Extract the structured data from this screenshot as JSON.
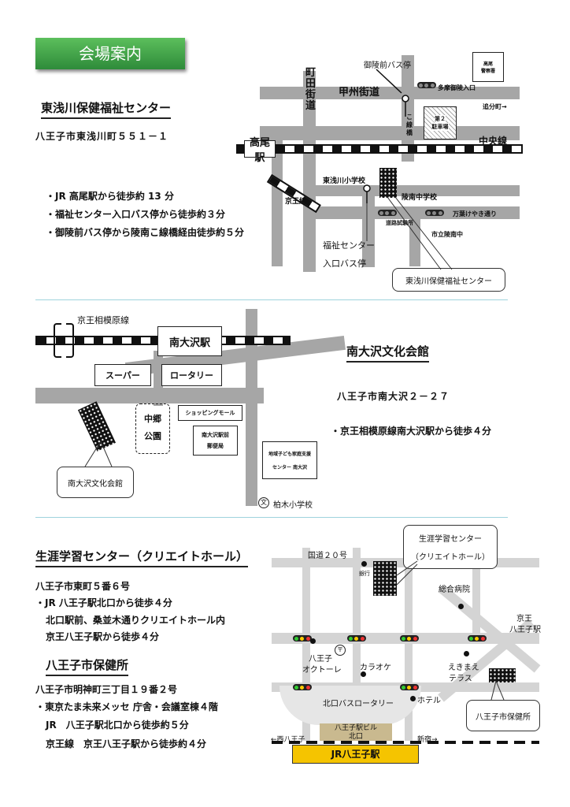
{
  "banner": "会場案内",
  "v1": {
    "name": "東浅川保健福祉センター",
    "address": "八王子市東浅川町５５１－１",
    "access": [
      "・JR 高尾駅から徒歩約 13 分",
      "・福祉センター入口バス停から徒歩約３分",
      "・御陵前バス停から陵南こ線橋経由徒歩約５分"
    ],
    "map": {
      "machida": "町田街道",
      "koshu": "甲州街道",
      "bus_goryo": "御陵前バス停",
      "tamagoryo": "多摩御陵入口",
      "koban": "高尾",
      "keisatsu": "警察署",
      "oiwake": "追分町→",
      "chuosen": "中央線",
      "parking_no": "第２",
      "parking": "駐車場",
      "kosenkyo": "こ線橋",
      "takao_st": "高尾駅",
      "keiosen": "京王線",
      "higashi_school": "東浅川小学校",
      "ryonan_jh": "陵南中学校",
      "manyo": "万葉けやき通り",
      "doro": "道路試験所",
      "shiritsu": "市立陵南中",
      "fukushi_bus": "福祉センター",
      "fukushi_bus2": "入口バス停",
      "callout": "東浅川保健福祉センター"
    }
  },
  "v2": {
    "name": "南大沢文化会館",
    "address": "八王子市南大沢２－２７",
    "access": "・京王相模原線南大沢駅から徒歩４分",
    "map": {
      "line": "京王相模原線",
      "station": "南大沢駅",
      "super": "スーパー",
      "rotary": "ロータリー",
      "park1": "中郷",
      "park2": "公園",
      "mall": "ショッピングモール",
      "post1": "南大沢駅前",
      "post2": "郵便局",
      "kodomo1": "地域子ども家庭支援",
      "kodomo2": "センター 南大沢",
      "school_mark": "文",
      "school": "柏木小学校",
      "callout": "南大沢文化会館"
    }
  },
  "v3": {
    "name": "生涯学習センター（クリエイトホール）",
    "address": "八王子市東町５番６号",
    "access": [
      "・JR 八王子駅北口から徒歩４分",
      "北口駅前、桑並木通りクリエイトホール内",
      "京王八王子駅から徒歩４分"
    ]
  },
  "v4": {
    "name": "八王子市保健所",
    "address": "八王子市明神町三丁目１９番２号",
    "access": [
      "・東京たま未来メッセ 庁舎・会議室棟４階",
      "JR　八王子駅北口から徒歩約５分",
      "京王線　京王八王子駅から徒歩約４分"
    ]
  },
  "map3": {
    "route20": "国道２０号",
    "bank": "銀行",
    "callout1a": "生涯学習センター",
    "callout1b": "（クリエイトホール）",
    "hospital": "総合病院",
    "keio1": "京王",
    "keio2": "八王子駅",
    "okutore1": "八王子",
    "okutore2": "オクトーレ",
    "post_mark": "〒",
    "karaoke": "カラオケ",
    "ekimae1": "えきまえ",
    "ekimae2": "テラス",
    "rotary": "北口バスロータリー",
    "hotel": "ホテル",
    "bldg1": "八王子駅ビル",
    "bldg2": "北口",
    "nishi": "←西八王子",
    "shinjuku": "新宿→",
    "jr": "JR八王子駅",
    "callout2": "八王子市保健所"
  },
  "colors": {
    "banner": "#3aa14a",
    "road": "#a6a6a6",
    "light_road": "#d4d4d4",
    "jr": "#f5c400",
    "bldg": "#c9b98f",
    "divider": "#9fd3dd"
  }
}
